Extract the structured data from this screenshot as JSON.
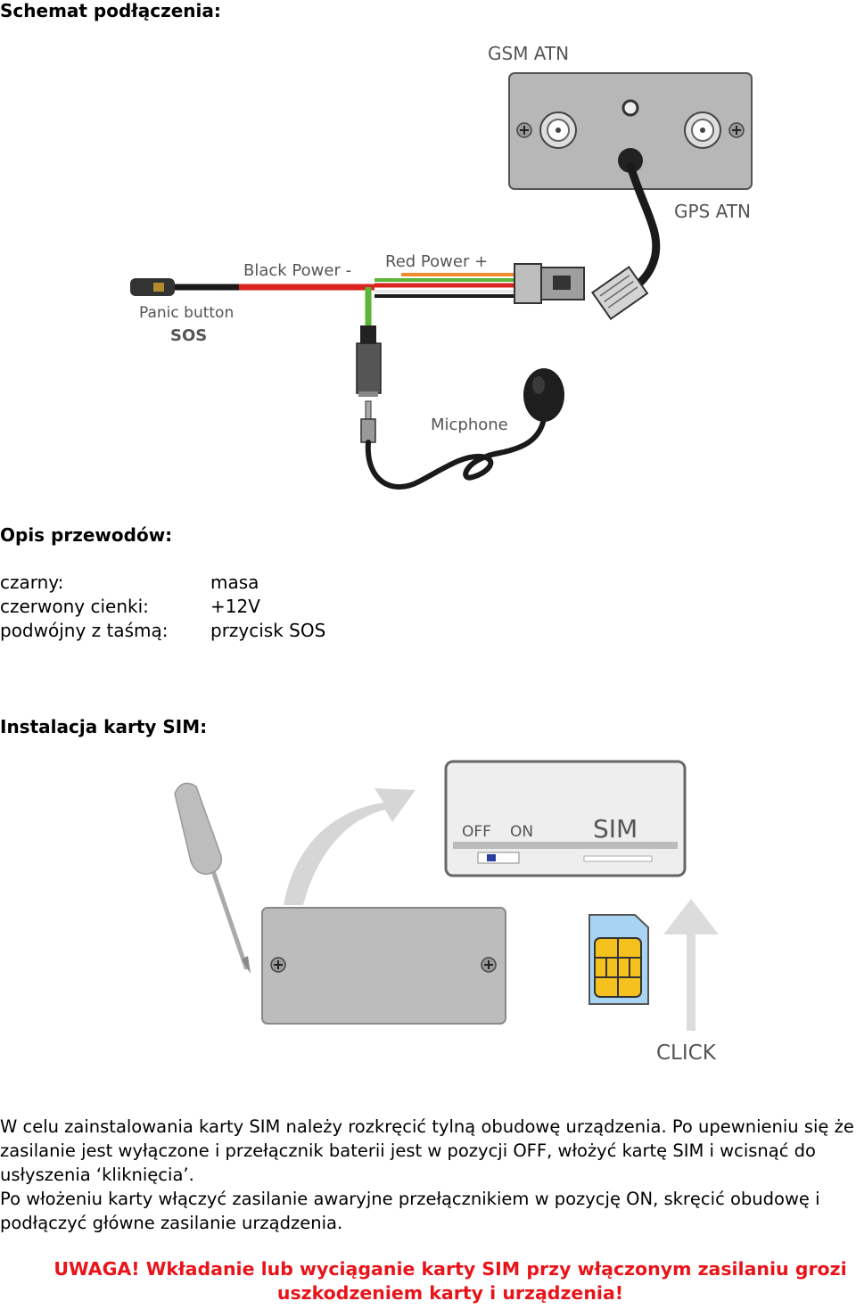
{
  "schematic": {
    "title": "Schemat podłączenia:",
    "labels": {
      "gsm_atn": "GSM ATN",
      "gps_atn": "GPS ATN",
      "black_power": "Black Power -",
      "red_power": "Red Power +",
      "panic_button": "Panic button",
      "sos": "SOS",
      "microphone": "Micphone"
    }
  },
  "wires": {
    "title": "Opis przewodów:",
    "rows": [
      {
        "label": "czarny:",
        "value": "masa"
      },
      {
        "label": "czerwony cienki:",
        "value": "+12V"
      },
      {
        "label": "podwójny z taśmą:",
        "value": "przycisk SOS"
      }
    ]
  },
  "sim": {
    "title": "Instalacja karty SIM:",
    "labels": {
      "off": "OFF",
      "on": "ON",
      "sim": "SIM",
      "click": "CLICK"
    }
  },
  "instructions": {
    "line1": "W celu zainstalowania karty SIM należy rozkręcić tylną obudowę urządzenia. Po upewnieniu się że",
    "line2": "zasilanie jest wyłączone i przełącznik baterii jest w pozycji OFF, włożyć kartę SIM i wcisnąć do",
    "line3": "usłyszenia ‘kliknięcia’.",
    "line4": "Po włożeniu karty włączyć zasilanie awaryjne przełącznikiem w pozycję ON, skręcić obudowę i",
    "line5": "podłączyć główne zasilanie urządzenia."
  },
  "warning": {
    "line1": "UWAGA! Wkładanie lub wyciąganie karty SIM przy włączonym zasilaniu grozi",
    "line2": "uszkodzeniem karty i urządzenia!"
  }
}
